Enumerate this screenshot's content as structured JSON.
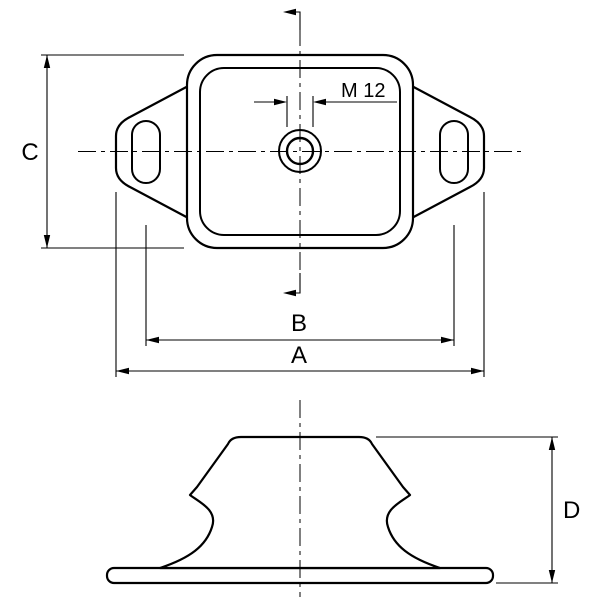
{
  "labels": {
    "thread_size": "M 12",
    "dim_overall_width": "A",
    "dim_hole_spacing": "B",
    "dim_body_height": "C",
    "dim_total_height": "D"
  },
  "colors": {
    "line": "#000000",
    "background": "#ffffff"
  }
}
